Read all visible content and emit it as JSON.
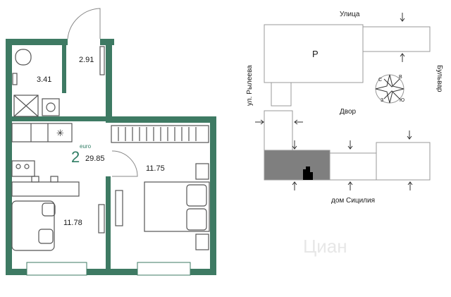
{
  "apartment": {
    "type_label": "euro",
    "rooms": "2",
    "total_area": "29.85",
    "rooms_areas": {
      "hall": "2.91",
      "bathroom": "3.41",
      "bedroom": "11.75",
      "kitchen_living": "11.78"
    },
    "colors": {
      "wall": "#3e7a63",
      "furniture_line": "#555555"
    }
  },
  "site": {
    "street_top": "Улица",
    "street_left": "ул. Рылеева",
    "street_right": "Бульвар",
    "courtyard": "Двор",
    "building_p": "Р",
    "street_bottom": "дом Сицилия",
    "compass_letters": [
      "С",
      "В",
      "Ю",
      "З"
    ],
    "colors": {
      "highlight": "#7f7f7f",
      "outline": "#999999"
    }
  },
  "watermark": "Циан"
}
